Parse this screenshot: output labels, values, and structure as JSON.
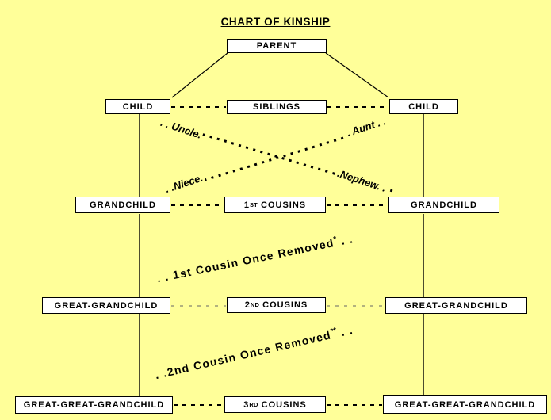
{
  "title": "CHART OF KINSHIP",
  "colors": {
    "background": "#FFFF99",
    "box_fill": "#FFFFFF",
    "line": "#000000",
    "faded_dash": "#999977"
  },
  "boxes": {
    "parent": "PARENT",
    "child_left": "CHILD",
    "siblings": "SIBLINGS",
    "child_right": "CHILD",
    "grandchild_left": "GRANDCHILD",
    "grandchild_right": "GRANDCHILD",
    "great_grandchild_left": "GREAT-GRANDCHILD",
    "great_grandchild_right": "GREAT-GRANDCHILD",
    "great_great_grandchild_left": "GREAT-GREAT-GRANDCHILD",
    "great_great_grandchild_right": "GREAT-GREAT-GRANDCHILD",
    "cousins_1": {
      "base": "1",
      "sup": "ST",
      "rest": " COUSINS"
    },
    "cousins_2": {
      "base": "2",
      "sup": "ND",
      "rest": " COUSINS"
    },
    "cousins_3": {
      "base": "3",
      "sup": "RD",
      "rest": " COUSINS"
    }
  },
  "relations": {
    "uncle": ". . Uncle.",
    "aunt": ". Aunt . .",
    "niece": ". .Niece.",
    "nephew": ".Nephew. .",
    "cousin_once_removed_1": {
      "pre": ". . 1st Cousin Once Removed",
      "sup": "*",
      "post": " . ."
    },
    "cousin_once_removed_2": {
      "pre": ". .2nd Cousin Once Removed",
      "sup": "**",
      "post": " . ."
    }
  }
}
